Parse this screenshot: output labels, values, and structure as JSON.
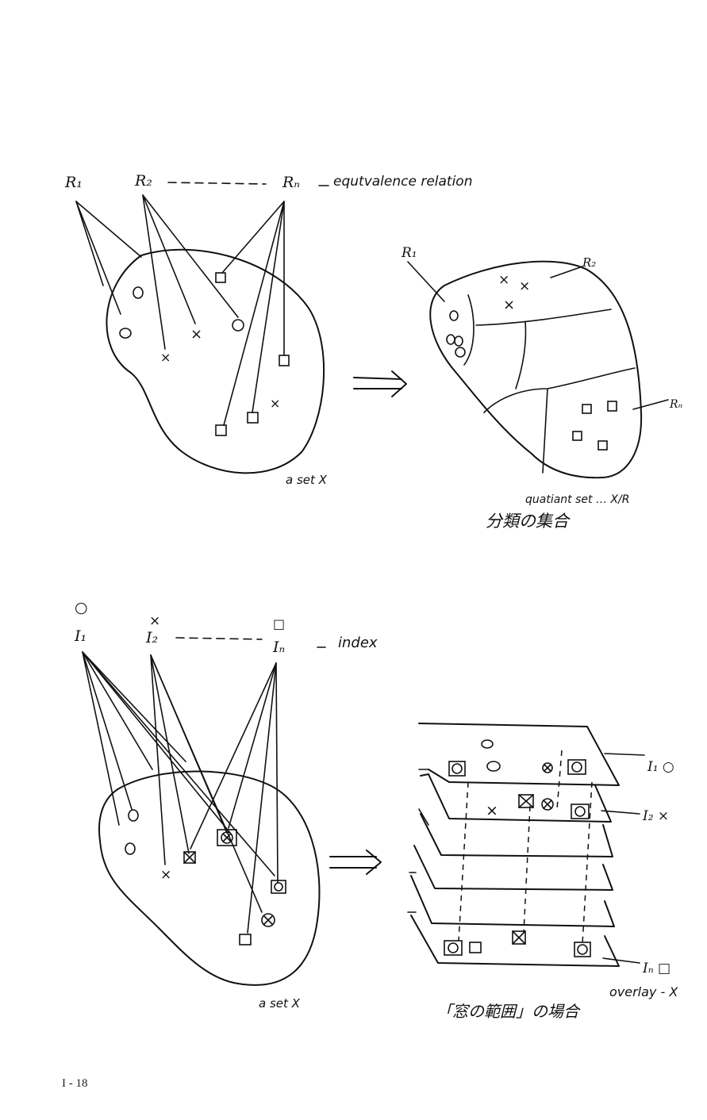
{
  "top_diagram": {
    "relations": [
      "R₁",
      "R₂",
      "Rₙ"
    ],
    "relations_caption": "equtvalence relation",
    "set_label": "a set X",
    "partition_labels": [
      "R₁",
      "R₂",
      "Rₙ"
    ],
    "quotient_caption": "quatiant set … X/R",
    "quotient_jp": "分類の集合"
  },
  "bottom_diagram": {
    "index_symbols": [
      "○",
      "×",
      "□"
    ],
    "indices": [
      "I₁",
      "I₂",
      "Iₙ"
    ],
    "index_caption": "index",
    "set_label": "a set X",
    "layer_labels": [
      "I₁ ○",
      "I₂ ×",
      "Iₙ □"
    ],
    "overlay_caption": "overlay - X",
    "overlay_jp": "「窓の範囲」の場合"
  },
  "page_number": "I - 18"
}
